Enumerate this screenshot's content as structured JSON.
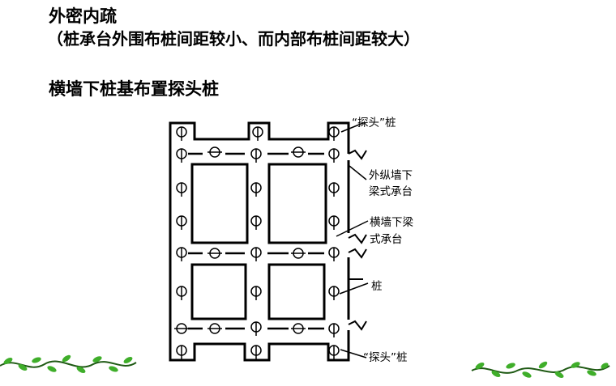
{
  "headings": {
    "line1": "外密内疏",
    "line2": "（桩承台外围布桩间距较小、而内部布桩间距较大）",
    "line3": "横墙下桩基布置探头桩"
  },
  "labels": {
    "probe_pile_top": "“探头”桩",
    "outer_wall_beam_cap_1": "外纵墙下",
    "outer_wall_beam_cap_2": "梁式承台",
    "cross_wall_beam_cap_1": "横墙下梁",
    "cross_wall_beam_cap_2": "式承台",
    "pile": "桩",
    "probe_pile_bottom": "“探头”桩"
  },
  "colors": {
    "line": "#000000",
    "vine_leaf": "#3fae2a",
    "vine_stem": "#1f5a14"
  }
}
